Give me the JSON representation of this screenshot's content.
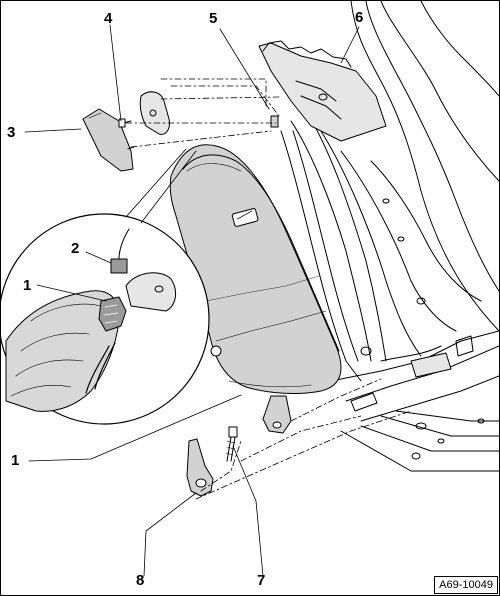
{
  "diagram": {
    "figure_id": "A69-10049",
    "callouts": [
      {
        "key": "c1_inset",
        "label": "1"
      },
      {
        "key": "c1_main",
        "label": "1"
      },
      {
        "key": "c2",
        "label": "2"
      },
      {
        "key": "c3",
        "label": "3"
      },
      {
        "key": "c4",
        "label": "4"
      },
      {
        "key": "c5",
        "label": "5"
      },
      {
        "key": "c6",
        "label": "6"
      },
      {
        "key": "c7",
        "label": "7"
      },
      {
        "key": "c8",
        "label": "8"
      }
    ]
  },
  "colors": {
    "line": "#000000",
    "part_fill": "#cfcfcf",
    "part_fill_dark": "#a8a8a8",
    "background": "#ffffff"
  }
}
